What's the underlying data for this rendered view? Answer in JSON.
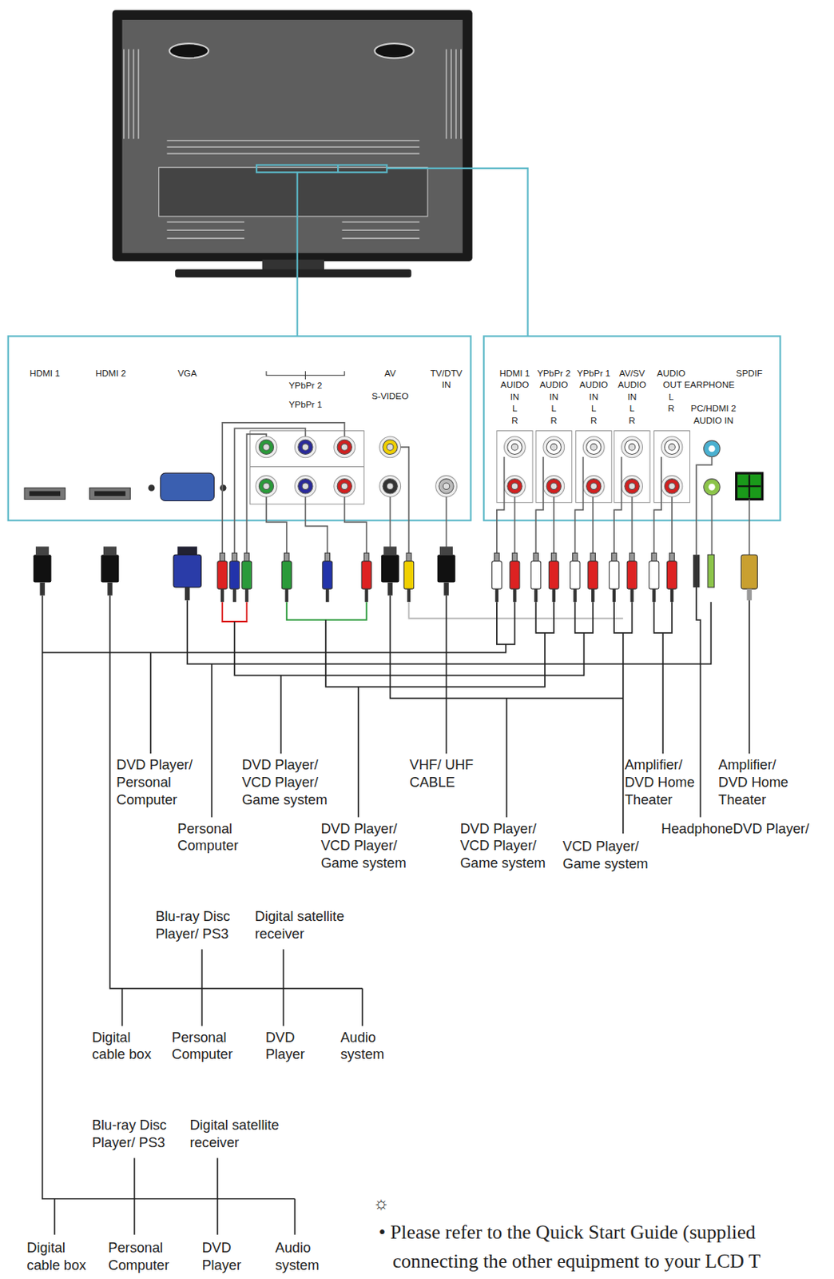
{
  "diagram": {
    "labels": [
      "HDMI 1",
      "HDMI 2",
      "VGA",
      "YPbPr 2",
      "YPbPr 1",
      "AV",
      "S-VIDEO",
      "TV/DTV",
      "IN",
      "HDMI 1",
      "AUIDO",
      "IN",
      "L",
      "R",
      "YPbPr 2",
      "AUDIO",
      "IN",
      "L",
      "R",
      "YPbPr 1",
      "AUDIO",
      "IN",
      "L",
      "R",
      "AV/SV",
      "AUDIO",
      "IN",
      "L",
      "R",
      "AUDIO",
      "OUT EARPHONE",
      "L",
      "R",
      "PC/HDMI 2",
      "AUDIO IN",
      "SPDIF",
      "DVD Player/ Personal Computer",
      "DVD Player/ VCD Player/ Game system",
      "VHF/ UHF CABLE",
      "Amplifier/ DVD Home Theater",
      "Amplifier/ DVD Home Theater",
      "Personal Computer",
      "DVD Player/ VCD Player/ Game system",
      "DVD Player/ VCD Player/ Game system",
      "HeadphoneDVD Player/",
      "VCD Player/ Game system",
      "Blu-ray Disc Player/ PS3",
      "Digital satellite receiver",
      "Digital cable box",
      "Personal Computer",
      "DVD Player",
      "Audio system",
      "Blu-ray Disc Player/ PS3",
      "Digital satellite receiver",
      "Digital cable box",
      "Personal Computer",
      "DVD Player",
      "Audio system",
      "☼",
      "• Please refer to the Quick Start Guide (supplied",
      "connecting the other equipment to your LCD T"
    ]
  }
}
